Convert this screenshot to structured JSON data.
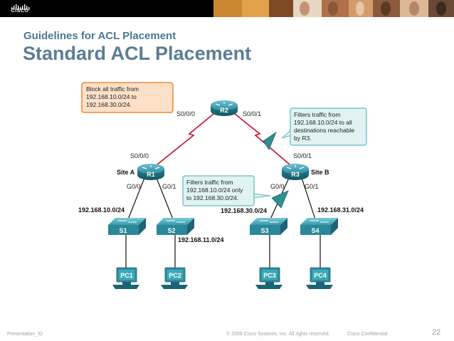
{
  "header": {
    "brand": "CISCO",
    "subtitle": "Guidelines for ACL Placement",
    "title": "Standard ACL Placement"
  },
  "diagram": {
    "callout_block": [
      "Block all traffic from",
      "192.168.10.0/24 to",
      "192.168.30.0/24."
    ],
    "callout_r3": [
      "Filters traffic from",
      "192.168.10.0/24 to all",
      "destinations reachable",
      "by R3."
    ],
    "callout_g00": [
      "Filters traffic from",
      "192.168.10.0/24 only",
      "to 192.168.30.0/24."
    ],
    "routers": {
      "r1": "R1",
      "r2": "R2",
      "r3": "R3"
    },
    "sites": {
      "a": "Site A",
      "b": "Site B"
    },
    "interfaces": {
      "r2_s000": "S0/0/0",
      "r2_s001": "S0/0/1",
      "r1_s000": "S0/0/0",
      "r3_s001": "S0/0/1",
      "r1_g00": "G0/0",
      "r1_g01": "G0/1",
      "r3_g00": "G0/0",
      "r3_g01": "G0/1"
    },
    "networks": {
      "net10": "192.168.10.0/24",
      "net11": "192.168.11.0/24",
      "net30": "192.168.30.0/24",
      "net31": "192.168.31.0/24"
    },
    "switches": {
      "s1": "S1",
      "s2": "S2",
      "s3": "S3",
      "s4": "S4"
    },
    "pcs": {
      "pc1": "PC1",
      "pc2": "PC2",
      "pc3": "PC3",
      "pc4": "PC4"
    }
  },
  "footer": {
    "presentation_id": "Presentation_ID",
    "copyright": "© 2008 Cisco Systems, Inc. All rights reserved.",
    "confidential": "Cisco Confidential",
    "page": "22"
  },
  "colors": {
    "title": "#5a7e95",
    "router": "#2e8ea0",
    "wan_link": "#c8102e",
    "orange_callout": "#f0883a",
    "teal_callout": "#7cc6c8"
  }
}
